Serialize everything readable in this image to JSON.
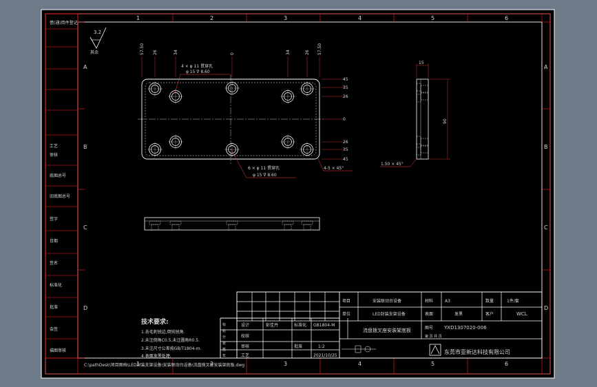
{
  "colors": {
    "canvas": "#6d7b89",
    "sheet": "#000000",
    "border": "#ffffff",
    "grid": "#ff2020",
    "dim": "#ff3a3a",
    "geometry": "#ffffff",
    "text": "#d8d8d8"
  },
  "zones": {
    "columns": [
      "1",
      "2",
      "3",
      "4",
      "5",
      "6"
    ],
    "rows": [
      "A",
      "B",
      "C",
      "D"
    ]
  },
  "left_column": {
    "labels": [
      "借(通)用件登记",
      "工艺",
      "审核",
      "底图总号",
      "旧底图总号",
      "签字",
      "日期",
      "签名",
      "标准化",
      "批准",
      "会签",
      "描图审核"
    ]
  },
  "roughness": {
    "value": "3.2",
    "note": "其余"
  },
  "front_view": {
    "top_dims": [
      "57.50",
      "26",
      "34",
      "0",
      "34",
      "26",
      "57.50"
    ],
    "right_dims": [
      "45",
      "35",
      "26",
      "0",
      "26",
      "35",
      "45"
    ],
    "hole_callout_top": [
      "4 × φ 11 贯穿孔",
      "φ 15 ∇ 8.60"
    ],
    "hole_callout_bottom": [
      "6 × φ 11 贯穿孔",
      "φ 15 ∇ 8.60"
    ],
    "chamfer": "4-5 × 45°"
  },
  "side_view": {
    "width_dim": "15",
    "height_dim": "90",
    "chamfer": "1.50 × 45°"
  },
  "notes": {
    "title": "技术要求:",
    "lines": [
      "1.去毛刺锐边,倒钝锐角.",
      "2.未注倒角C0.5,未注圆角R0.5.",
      "3.未注尺寸公差按GB/T1804-m.",
      "4.表面发黑处理."
    ]
  },
  "title_block": {
    "hdr_labels": [
      "标记",
      "处数",
      "分区",
      "更改文件号",
      "签名",
      "年月日"
    ],
    "sign_labels": [
      "设计",
      "校核",
      "审核",
      "工艺"
    ],
    "designer": "彭佳丹",
    "standardize_label": "标准化",
    "standard_value": "GB1804-M",
    "approve_label": "批准",
    "scale_value": "1:2",
    "date_value": "2021/10/25",
    "project_label": "项目",
    "project_value": "安装联动台设备",
    "unit_label": "单位",
    "unit_value": "LED封装支架设备",
    "material_label": "材料",
    "material_value": "A3",
    "qty_label": "数量",
    "qty_value": "1件/套",
    "part_name": "流盘拨叉座安装架底板",
    "drawing_label": "图号",
    "drawing_no": "YXD1307020-006",
    "surface_label": "表面",
    "surface_value": "发黑",
    "customer_label": "客户",
    "customer_value": "WCL",
    "page_label": "第 页  共 页",
    "company": "东莞市亚新达科技有限公司"
  },
  "file_path": "C:\\pathDesk\\项目图档\\LED封装支架设备\\安装联动台设备\\流盘拨叉座安装架底板.dwg"
}
